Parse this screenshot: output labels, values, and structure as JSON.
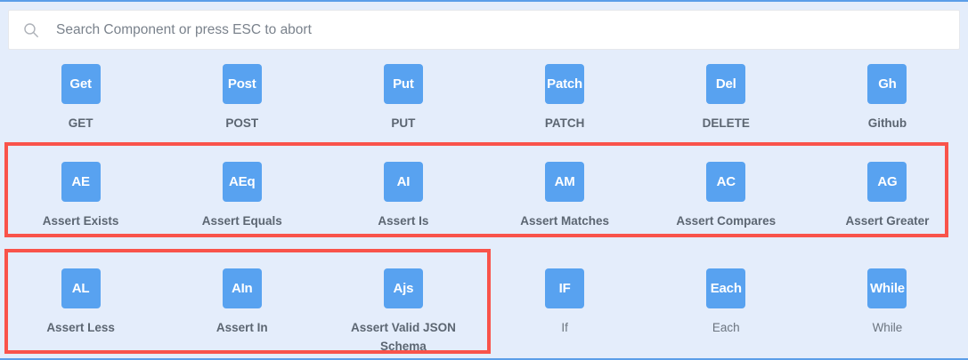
{
  "colors": {
    "background": "#e4edfb",
    "tile": "#58a2f0",
    "caption": "#5c6672",
    "annotation": "#f9534a",
    "rule": "#5b9ee8",
    "search_bg": "#ffffff"
  },
  "search": {
    "placeholder": "Search Component or press ESC to abort",
    "value": "",
    "icon": "search-icon"
  },
  "palette": {
    "rows": [
      {
        "id": "http-methods",
        "highlighted": false,
        "items": [
          {
            "abbr": "Get",
            "label": "GET",
            "bold": true
          },
          {
            "abbr": "Post",
            "label": "POST",
            "bold": true
          },
          {
            "abbr": "Put",
            "label": "PUT",
            "bold": true
          },
          {
            "abbr": "Patch",
            "label": "PATCH",
            "bold": true
          },
          {
            "abbr": "Del",
            "label": "DELETE",
            "bold": true
          },
          {
            "abbr": "Gh",
            "label": "Github",
            "bold": true
          }
        ]
      },
      {
        "id": "asserts-row-1",
        "highlighted": true,
        "items": [
          {
            "abbr": "AE",
            "label": "Assert Exists",
            "bold": true
          },
          {
            "abbr": "AEq",
            "label": "Assert Equals",
            "bold": true
          },
          {
            "abbr": "AI",
            "label": "Assert Is",
            "bold": true
          },
          {
            "abbr": "AM",
            "label": "Assert Matches",
            "bold": true
          },
          {
            "abbr": "AC",
            "label": "Assert Compares",
            "bold": true
          },
          {
            "abbr": "AG",
            "label": "Assert Greater",
            "bold": true
          }
        ]
      },
      {
        "id": "asserts-row-2-and-flow",
        "highlighted": true,
        "items": [
          {
            "abbr": "AL",
            "label": "Assert Less",
            "bold": true
          },
          {
            "abbr": "AIn",
            "label": "Assert In",
            "bold": true
          },
          {
            "abbr": "Ajs",
            "label": "Assert Valid JSON Schema",
            "bold": true
          },
          {
            "abbr": "IF",
            "label": "If",
            "bold": false
          },
          {
            "abbr": "Each",
            "label": "Each",
            "bold": false
          },
          {
            "abbr": "While",
            "label": "While",
            "bold": false
          }
        ]
      }
    ]
  },
  "annotations": [
    {
      "name": "redbox-asserts-1",
      "covers": "Assert Exists through Assert Greater"
    },
    {
      "name": "redbox-asserts-2",
      "covers": "Assert Less through Assert Valid JSON Schema"
    }
  ]
}
